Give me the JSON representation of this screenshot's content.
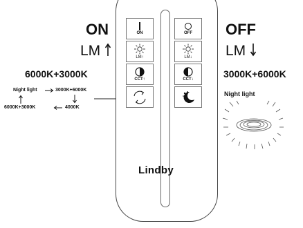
{
  "left": {
    "on": "ON",
    "lm": "LM",
    "cct": "6000K+3000K",
    "cycle": {
      "night_light": "Night light",
      "c1": "3000K+6000K",
      "c2": "6000K+3000K",
      "c3": "4000K"
    }
  },
  "right": {
    "off": "OFF",
    "lm": "LM",
    "cct": "3000K+6000K",
    "night_light": "Night light"
  },
  "remote": {
    "brand": "Lindby",
    "buttons": {
      "on": "ON",
      "off": "OFF",
      "lm_up": "LM",
      "lm_down": "LM",
      "cct_up": "CCT",
      "cct_down": "CCT"
    }
  }
}
